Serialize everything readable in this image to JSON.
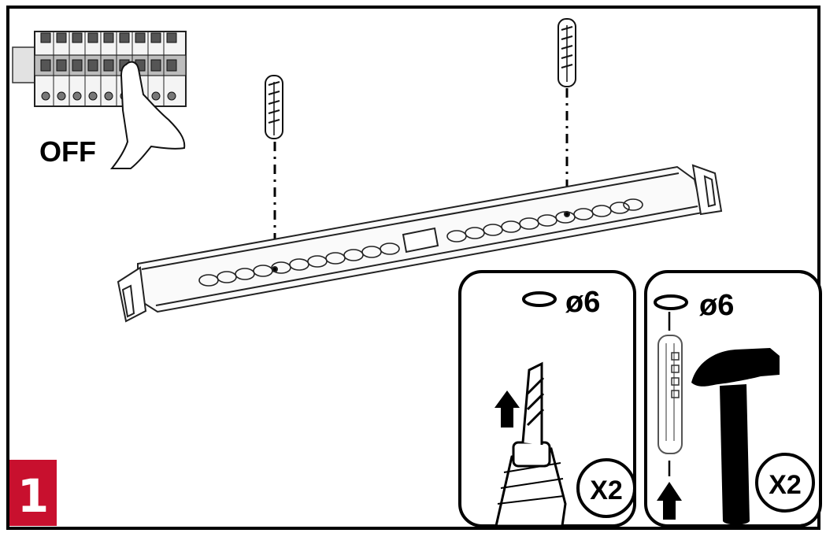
{
  "breaker": {
    "state_label": "OFF"
  },
  "drill_panel": {
    "diameter_label": "ø6",
    "quantity_label": "X2"
  },
  "plug_panel": {
    "diameter_label": "ø6",
    "quantity_label": "X2"
  },
  "step": {
    "number": "1",
    "color": "#c8102e"
  },
  "colors": {
    "line": "#000000",
    "background": "#ffffff"
  }
}
